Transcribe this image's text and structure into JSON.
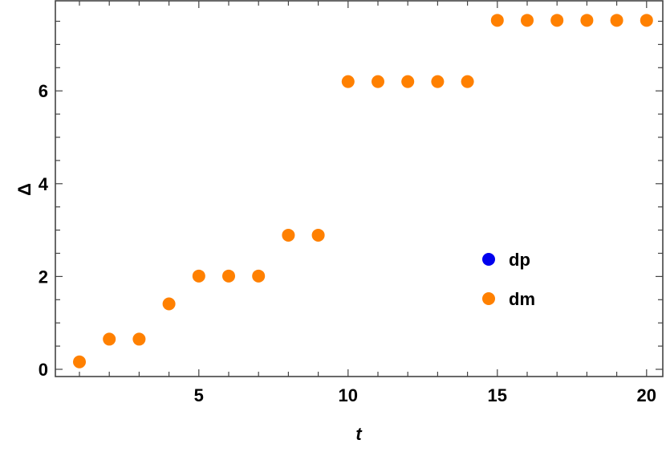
{
  "chart_data": {
    "type": "scatter",
    "title": "",
    "xlabel": "t",
    "ylabel": "Δ",
    "xlim": [
      0.2,
      20.3
    ],
    "ylim": [
      -0.17,
      7.95
    ],
    "x_ticks": [
      5,
      10,
      15,
      20
    ],
    "y_ticks": [
      0,
      2,
      4,
      6
    ],
    "grid": false,
    "legend_position": "inside-right-middle",
    "series": [
      {
        "name": "dp",
        "color": "#0000ee",
        "x": [],
        "values": []
      },
      {
        "name": "dm",
        "color": "#ff8000",
        "x": [
          1,
          2,
          3,
          4,
          5,
          6,
          7,
          8,
          9,
          10,
          11,
          12,
          13,
          14,
          15,
          16,
          17,
          18,
          19,
          20
        ],
        "values": [
          0.16,
          0.65,
          0.65,
          1.41,
          2.01,
          2.01,
          2.01,
          2.89,
          2.89,
          6.2,
          6.2,
          6.2,
          6.2,
          6.2,
          7.52,
          7.52,
          7.52,
          7.52,
          7.52,
          7.52
        ]
      }
    ]
  },
  "legend": {
    "items": [
      {
        "label": "dp",
        "color": "#0000ee"
      },
      {
        "label": "dm",
        "color": "#ff8000"
      }
    ]
  },
  "axes": {
    "xlabel": "t",
    "ylabel": "Δ",
    "x_tick_labels": [
      "5",
      "10",
      "15",
      "20"
    ],
    "y_tick_labels": [
      "0",
      "2",
      "4",
      "6"
    ]
  }
}
